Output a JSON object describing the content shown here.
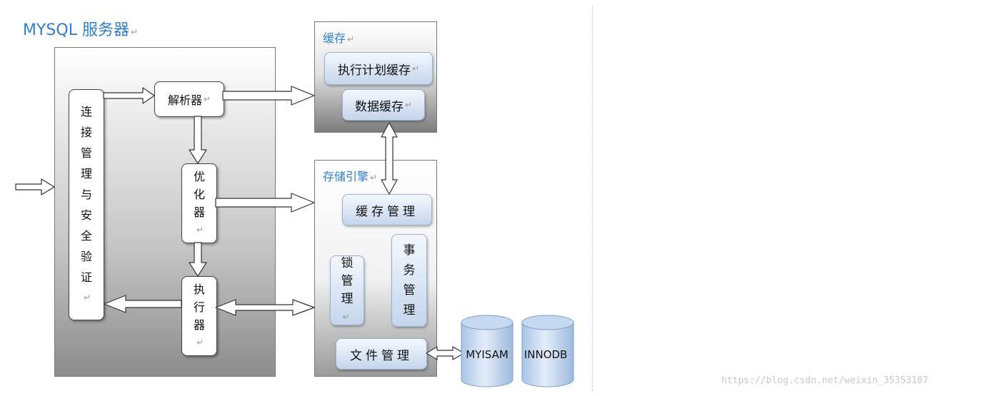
{
  "title": "MYSQL 服务器",
  "server": {
    "connection_chars": [
      "连",
      "接",
      "管",
      "理",
      "与",
      "安",
      "全",
      "验",
      "证"
    ],
    "parser": "解析器",
    "optimizer_chars": [
      "优",
      "化",
      "器"
    ],
    "executor_chars": [
      "执",
      "行",
      "器"
    ]
  },
  "cache": {
    "label": "缓存",
    "plan_cache": "执行计划缓存",
    "data_cache": "数据缓存"
  },
  "storage": {
    "label": "存储引擎",
    "cache_mgmt": "缓存管理",
    "lock_chars": [
      "锁",
      "管",
      "理"
    ],
    "txn_chars": [
      "事",
      "务",
      "管",
      "理"
    ],
    "file_mgmt": "文件管理"
  },
  "engines": [
    "MYISAM",
    "INNODB"
  ],
  "watermark": "https://blog.csdn.net/weixin_35353187"
}
